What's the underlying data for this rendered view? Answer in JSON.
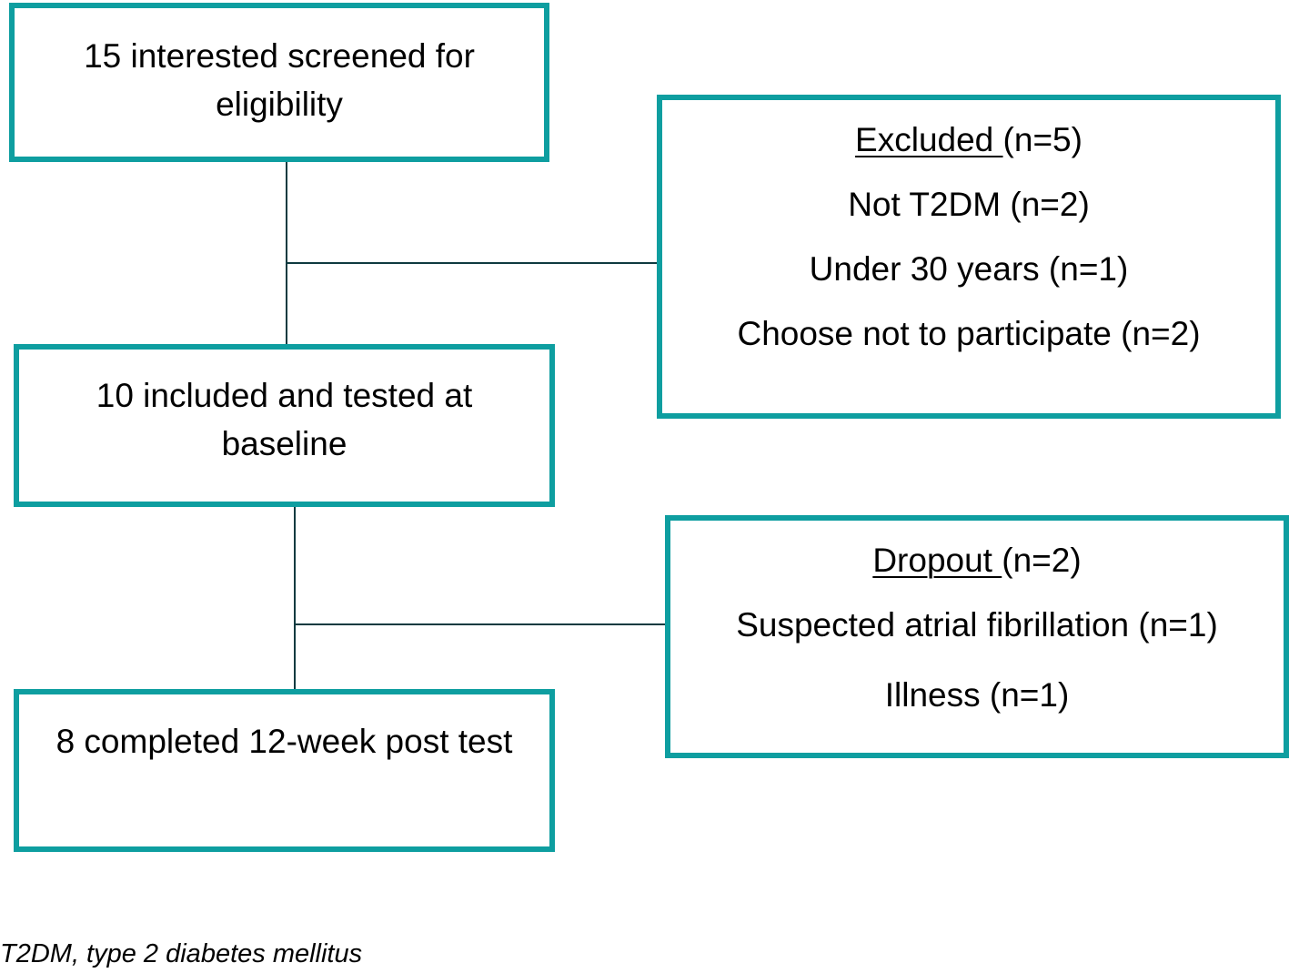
{
  "boxes": {
    "screened": "15 interested screened for eligibility",
    "included": "10 included and tested at baseline",
    "completed": "8 completed 12-week post test"
  },
  "excluded": {
    "heading": "Excluded ",
    "heading_count": "(n=5)",
    "reasons": [
      "Not T2DM (n=2)",
      "Under 30 years (n=1)",
      "Choose not to participate (n=2)"
    ]
  },
  "dropout": {
    "heading": "Dropout ",
    "heading_count": "(n=2)",
    "reasons": [
      "Suspected atrial fibrillation (n=1)",
      "Illness (n=1)"
    ]
  },
  "footnote": "T2DM, type 2 diabetes mellitus",
  "colors": {
    "box_border": "#0e9ea0",
    "connector": "#0e3a40"
  }
}
